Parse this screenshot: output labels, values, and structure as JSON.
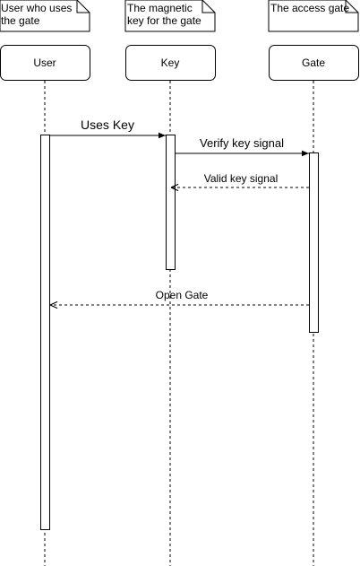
{
  "notes": [
    {
      "lines": [
        "User who uses",
        "the gate"
      ]
    },
    {
      "lines": [
        "The magnetic",
        "key for the gate"
      ]
    },
    {
      "lines": [
        "The access gate"
      ]
    }
  ],
  "participants": [
    {
      "label": "User"
    },
    {
      "label": "Key"
    },
    {
      "label": "Gate"
    }
  ],
  "messages": [
    {
      "label": "Uses Key",
      "from": "User",
      "to": "Key",
      "kind": "sync"
    },
    {
      "label": "Verify key signal",
      "from": "Key",
      "to": "Gate",
      "kind": "sync"
    },
    {
      "label": "Valid key signal",
      "from": "Gate",
      "to": "Key",
      "kind": "return"
    },
    {
      "label": "Open Gate",
      "from": "Gate",
      "to": "User",
      "kind": "return"
    }
  ]
}
